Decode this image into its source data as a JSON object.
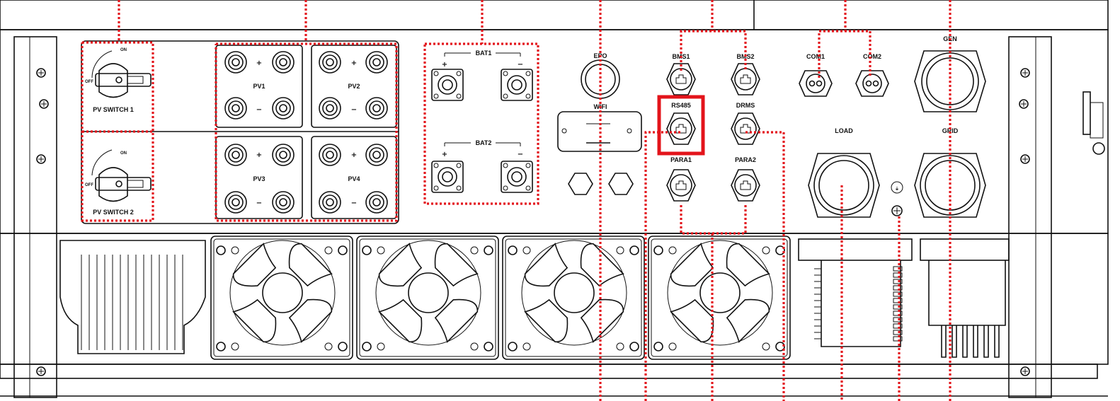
{
  "labels": {
    "pv_switch_1": "PV SWITCH 1",
    "pv_switch_2": "PV SWITCH 2",
    "switch_on": "ON",
    "switch_off": "OFF",
    "pv1": "PV1",
    "pv2": "PV2",
    "pv3": "PV3",
    "pv4": "PV4",
    "bat1": "BAT1",
    "bat2": "BAT2",
    "epo": "EPO",
    "wifi": "WIFI",
    "bms1": "BMS1",
    "bms2": "BMS2",
    "com1": "COM1",
    "com2": "COM2",
    "gen": "GEN",
    "rs485": "RS485",
    "drms": "DRMS",
    "para1": "PARA1",
    "para2": "PARA2",
    "load": "LOAD",
    "grid": "GRID"
  },
  "symbols": {
    "plus": "+",
    "minus": "−",
    "ground": "⏚"
  },
  "colors": {
    "callout": "#e3141b",
    "line": "#111111",
    "background": "#ffffff"
  },
  "highlighted_port": "RS485"
}
